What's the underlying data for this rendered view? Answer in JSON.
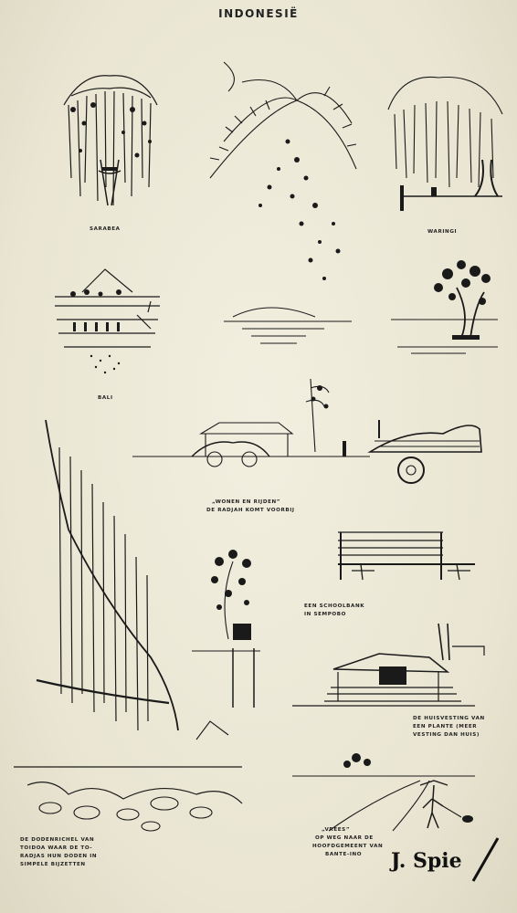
{
  "title": "INDONESIË",
  "captions": {
    "sarabea": "SARABEA",
    "waringi": "WARINGI",
    "bali": "BALI",
    "wonen_line1": "„WONEN EN RIJDEN”",
    "wonen_line2": "DE RADJAH KOMT VOORBIJ",
    "schoolbank_line1": "EEN SCHOOLBANK",
    "schoolbank_line2": "IN SEMPOBO",
    "huisvesting_line1": "DE HUISVESTING VAN",
    "huisvesting_line2": "EEN PLANTE (MEER",
    "huisvesting_line3": "VESTING DAN HUIS)",
    "dodenrichel_line1": "DE DODENRICHEL VAN",
    "dodenrichel_line2": "TOIDOA WAAR DE TO-",
    "dodenrichel_line3": "RADJAS HUN DODEN IN",
    "dodenrichel_line4": "SIMPELE BIJZETTEN",
    "vrees_line1": "„VREES”",
    "vrees_line2": "OP WEG NAAR DE",
    "vrees_line3": "HOOFDGEMEENT VAN",
    "vrees_line4": "BANTE-INO"
  },
  "signature": "J. Spie"
}
